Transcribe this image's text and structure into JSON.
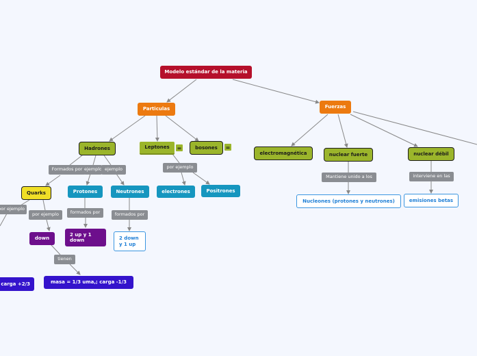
{
  "nodes": {
    "modelo": "Modelo estándar de la materia",
    "particulas": "Particulas",
    "fuerzas": "Fuerzas",
    "hadrones": "Hadrones",
    "leptones": "Leptones",
    "bosones": "bosones",
    "electromagnetica": "electromagnética",
    "nuclear_fuerte": "nuclear fuerte",
    "nuclear_debil": "nuclear débil",
    "quarks": "Quarks",
    "protones": "Protones",
    "neutrones": "Neutrones",
    "electrones": "electrones",
    "positrones": "Positrones",
    "nucleones": "Nucleones (protones y neutrones)",
    "emisiones_betas": "emisiones betas",
    "dos_up_un_down": "2 up y 1\ndown",
    "dos_down_un_up": "2 down\ny 1 up",
    "down": "down",
    "masa_down": "masa = 1/3 uma,; carga -1/3",
    "carga_up": "carga +2/3"
  },
  "labels": {
    "formados_por": "Formados por",
    "por_ejemplo_hadrones": "ejemplo",
    "por_ejemplo_hadrones_2": "ejemplo",
    "por_ejemplo_quarks": "por ejemplo",
    "por_ejemplo_left": "por ejemplo",
    "formados_por_protones": "formados por",
    "formados_por_neutrones": "formados por",
    "por_ejemplo_leptones": "por ejemplo",
    "tienen": "tienen",
    "mantiene_unido": "Mantiene unido a los",
    "interviene_en": "interviene en las"
  },
  "icons": {
    "leptones_eq": "equals-icon",
    "bosones_eq": "equals-icon"
  }
}
